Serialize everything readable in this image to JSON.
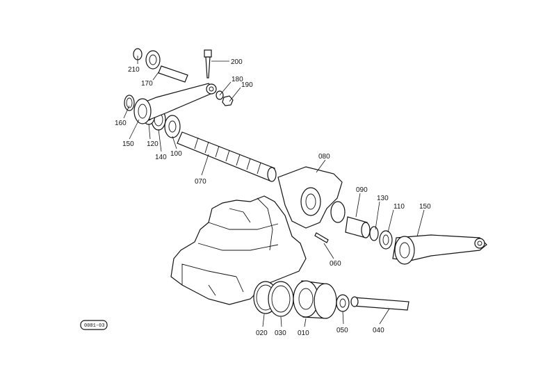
{
  "callouts": {
    "c010": "010",
    "c020": "020",
    "c030": "030",
    "c040": "040",
    "c050": "050",
    "c060": "060",
    "c070": "070",
    "c080": "080",
    "c090": "090",
    "c100": "100",
    "c110": "110",
    "c120": "120",
    "c130": "130",
    "c140": "140",
    "c150a": "150",
    "c150b": "150",
    "c160": "160",
    "c170": "170",
    "c180": "180",
    "c190": "190",
    "c200": "200",
    "c210": "210"
  },
  "reference_code": "0081-03"
}
